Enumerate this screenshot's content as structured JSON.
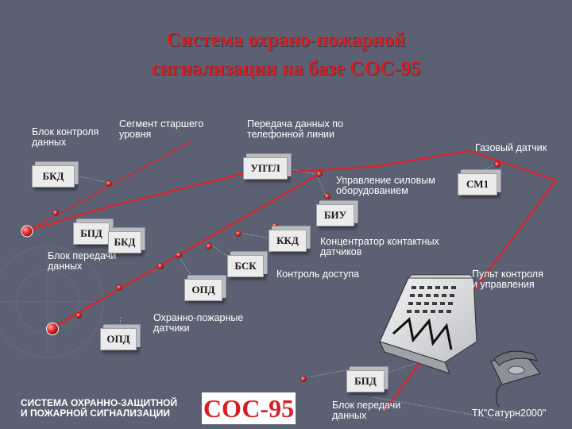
{
  "title_line1": "Система охрано-пожарной",
  "title_line2": "сигнализации на базе СОС-95",
  "colors": {
    "line": "#e0212a",
    "title": "#d81e24",
    "background": "#5b6172"
  },
  "labels": {
    "data_control_block": "Блок контроля\nданных",
    "senior_segment": "Сегмент старшего\nуровня",
    "phone_transfer": "Передача данных по\nтелефонной линии",
    "gas_sensor": "Газовый датчик",
    "power_control": "Управление силовым\nоборудованием",
    "contact_hub": "Концентратор контактных\nдатчиков",
    "transfer_block_left": "Блок передачи\nданных",
    "access_control": "Контроль доступа",
    "control_console": "Пульт контроля\nи управления",
    "fire_sensors": "Охранно-пожарные\nдатчики",
    "transfer_block_bottom": "Блок передачи\nданных"
  },
  "boxes": {
    "bkd_top": "БКД",
    "uptl": "УПТЛ",
    "sm1": "СМ1",
    "biu": "БИУ",
    "bpd_mid": "БПД",
    "bkd_mid": "БКД",
    "kkd": "ККД",
    "bsk": "БСК",
    "opd_mid": "ОПД",
    "opd_low": "ОПД",
    "bpd_bottom": "БПД"
  },
  "footer": {
    "system_name": "СИСТЕМА ОХРАННО-ЗАЩИТНОЙ\nИ ПОЖАРНОЙ СИГНАЛИЗАЦИИ",
    "big_label": "СОС-95",
    "product": "ТК\"Сатурн2000\""
  }
}
